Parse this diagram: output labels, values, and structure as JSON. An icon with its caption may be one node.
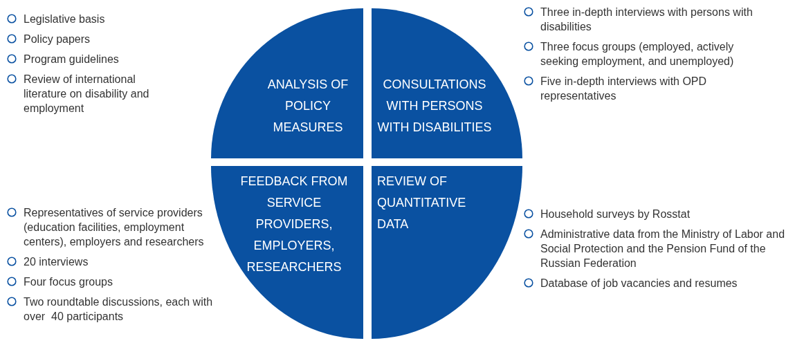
{
  "diagram": {
    "nodes": [
      {
        "text": [
          "ANALYSIS OF POLICY MEASURES"
        ]
      },
      {
        "text": [
          "CONSULTATIONS WITH PERSONS WITH DISABILITIES"
        ]
      },
      {
        "text": [
          "FEEDBACK FROM SERVICE PROVIDERS, EMPLOYERS, RESEARCHERS"
        ]
      },
      {
        "text": [
          "REVIEW OF QUANTITATIVE DATA"
        ]
      }
    ],
    "labels": [
      "Legislative basis",
      "Policy papers",
      "Program guidelines",
      "Review of international literature on disability and employment",
      "Three in-depth interviews with persons with disabilities",
      "Three focus groups (employed, actively seeking employment, and unemployed)",
      "Five in-depth interviews with OPD representatives",
      "Representatives of service providers (education facilities, employment centers), employers and researchers",
      "20 interviews",
      "Four focus groups",
      "Two roundtable discussions, each with over  40 participants",
      "Household surveys by Rosstat",
      "Administrative data from the Ministry of Labor and Social Protection and the Pension Fund of the Russian Federation",
      "Database of job vacancies and resumes"
    ]
  }
}
